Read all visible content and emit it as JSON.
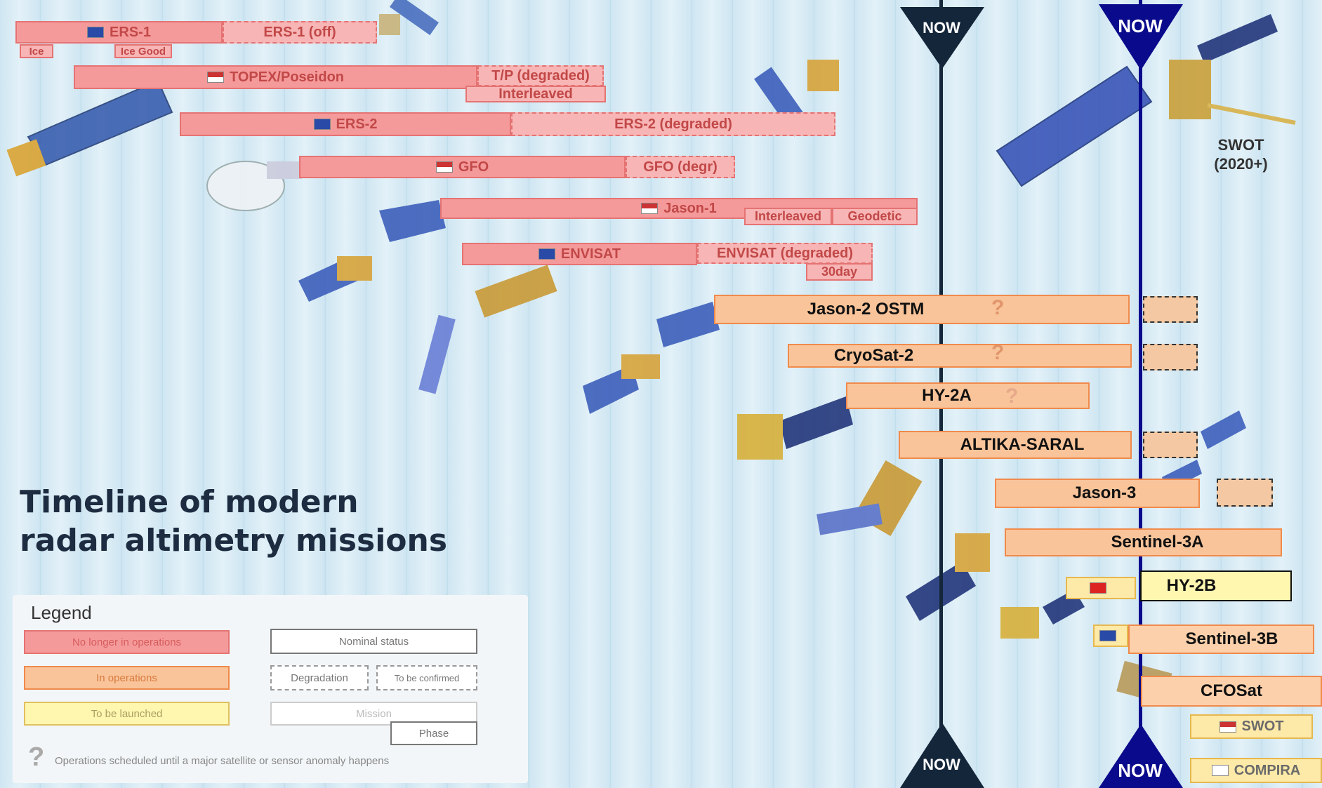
{
  "title": [
    "Timeline of modern",
    "radar altimetry missions"
  ],
  "now_label": "NOW",
  "swot_caption": [
    "SWOT",
    "(2020+)"
  ],
  "missions": {
    "ers1": "ERS-1",
    "ers1_off": "ERS-1 (off)",
    "ers1_ice": "Ice",
    "ers1_ice_good": "Ice Good",
    "topex": "TOPEX/Poseidon",
    "tp_deg": "T/P (degraded)",
    "tp_interleaved": "Interleaved",
    "ers2": "ERS-2",
    "ers2_deg": "ERS-2 (degraded)",
    "gfo": "GFO",
    "gfo_deg": "GFO (degr)",
    "jason1": "Jason-1",
    "jason1_interleaved": "Interleaved",
    "jason1_geodetic": "Geodetic",
    "envisat": "ENVISAT",
    "envisat_deg": "ENVISAT (degraded)",
    "envisat_30day": "30day",
    "jason2": "Jason-2 OSTM",
    "cryosat2": "CryoSat-2",
    "hy2a": "HY-2A",
    "saral": "ALTIKA-SARAL",
    "jason3": "Jason-3",
    "sentinel3a": "Sentinel-3A",
    "hy2b": "HY-2B",
    "sentinel3b": "Sentinel-3B",
    "cfosat": "CFOSat",
    "swot": "SWOT",
    "compira": "COMPIRA",
    "question_mark": "?"
  },
  "legend": {
    "title": "Legend",
    "no_longer": "No longer in operations",
    "in_ops": "In operations",
    "to_launch": "To be launched",
    "nominal": "Nominal status",
    "degradation": "Degradation",
    "to_confirm": "To be confirmed",
    "mission": "Mission",
    "phase": "Phase",
    "note": "Operations scheduled until a major satellite or sensor anomaly happens"
  },
  "colors": {
    "past": "#f59a9a",
    "ops": "#f9c49a",
    "launch": "#fff6b0",
    "now_dark": "#14263a",
    "now_blue": "#0a0a8c"
  }
}
